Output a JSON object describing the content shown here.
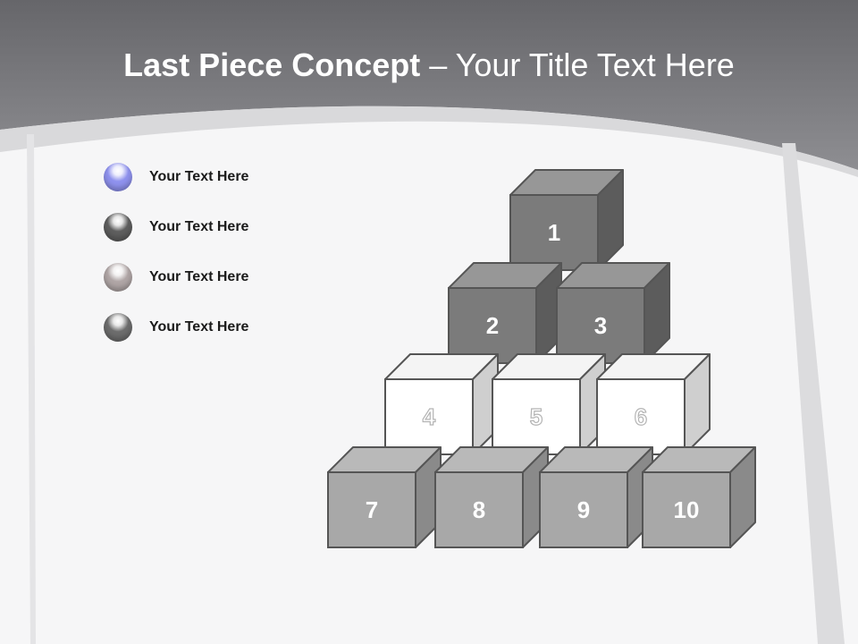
{
  "title": {
    "bold": "Last Piece Concept",
    "light": "– Your Title Text Here"
  },
  "legend": [
    {
      "label": "Your  Text Here",
      "color": "#8f92ee"
    },
    {
      "label": "Your  Text Here",
      "color": "#5e5e5e"
    },
    {
      "label": "Your  Text Here",
      "color": "#b0a6a6"
    },
    {
      "label": "Your  Text Here",
      "color": "#6d6d6d"
    }
  ],
  "blocks": [
    {
      "label": "1",
      "style": "dark"
    },
    {
      "label": "2",
      "style": "dark"
    },
    {
      "label": "3",
      "style": "dark"
    },
    {
      "label": "4",
      "style": "white"
    },
    {
      "label": "5",
      "style": "white"
    },
    {
      "label": "6",
      "style": "white"
    },
    {
      "label": "7",
      "style": "gray"
    },
    {
      "label": "8",
      "style": "gray"
    },
    {
      "label": "9",
      "style": "gray"
    },
    {
      "label": "10",
      "style": "gray"
    }
  ],
  "colors": {
    "header": "#7a7a7d",
    "dark_front": "#7b7b7b",
    "dark_top": "#979797",
    "dark_side": "#5c5c5c",
    "white_front": "#ffffff",
    "white_top": "#f4f4f4",
    "white_side": "#cfcfcf",
    "gray_front": "#a8a8a8",
    "gray_top": "#b9b9b9",
    "gray_side": "#8a8a8a"
  }
}
